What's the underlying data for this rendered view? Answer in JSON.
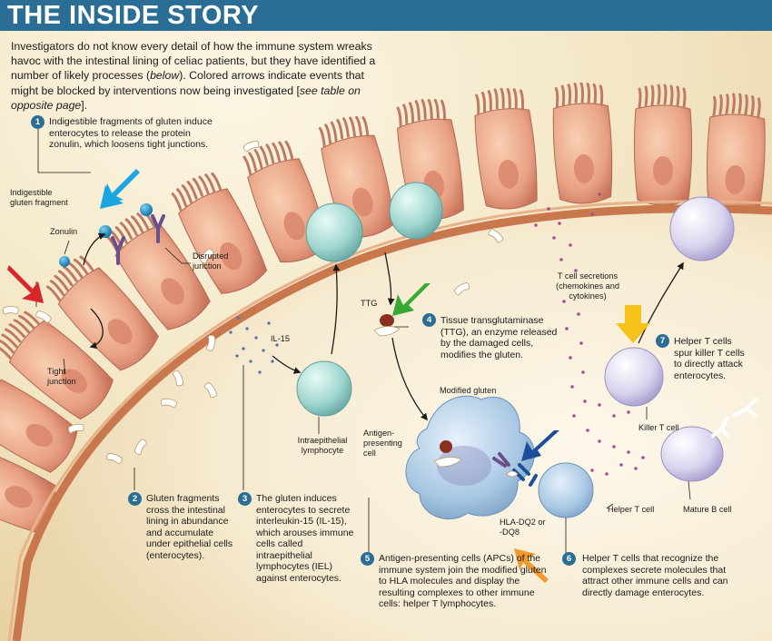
{
  "title": "THE INSIDE STORY",
  "intro": [
    {
      "text": "Investigators do not know every detail of how the immune system wreaks havoc with the intestinal lining of celiac patients, but they have identified a number of likely processes ("
    },
    {
      "text": "below",
      "em": true
    },
    {
      "text": "). Colored arrows indicate events that might be blocked by interventions now being investigated ["
    },
    {
      "text": "see table on opposite page",
      "em": true
    },
    {
      "text": "]."
    }
  ],
  "steps": [
    {
      "number": "1",
      "text": "Indigestible fragments of gluten induce enterocytes to release the protein zonulin, which loosens tight junctions."
    },
    {
      "number": "2",
      "text": "Gluten fragments cross the intestinal lining in abundance and accumulate under epithelial cells (enterocytes)."
    },
    {
      "number": "3",
      "text": "The gluten induces enterocytes to secrete interleukin-15 (IL-15), which arouses immune cells called intraepithelial lymphocytes (IEL) against enterocytes."
    },
    {
      "number": "4",
      "text": "Tissue transglutaminase (TTG), an enzyme released by the damaged cells, modifies the gluten."
    },
    {
      "number": "5",
      "text": "Antigen-presenting cells (APCs) of the immune system join the modified gluten to HLA molecules and display the resulting complexes to other immune cells: helper T lymphocytes."
    },
    {
      "number": "6",
      "text": "Helper T cells that recognize the complexes secrete molecules that attract other immune cells and can directly damage enterocytes."
    },
    {
      "number": "7",
      "text": "Helper T cells spur killer T cells to directly attack enterocytes."
    }
  ],
  "labels": {
    "indigestible_gluten_fragment": "Indigestible gluten fragment",
    "zonulin": "Zonulin",
    "disrupted_junction": "Disrupted junction",
    "tight_junction": "Tight junction",
    "il15": "IL-15",
    "ttg": "TTG",
    "intraepithelial_lymphocyte": "Intraepithelial lymphocyte",
    "t_cell_secretions": "T cell secretions (chemokines and cytokines)",
    "modified_gluten": "Modified gluten",
    "antigen_presenting_cell": "Antigen-presenting cell",
    "hla": "HLA-DQ2 or -DQ8",
    "helper_t_cell": "Helper T cell",
    "killer_t_cell": "Killer T cell",
    "mature_b_cell": "Mature B cell"
  },
  "intervention_arrow_colors": {
    "step1": "#1aa6e0",
    "gluten_entry": "#d8262b",
    "ttg": "#39a935",
    "hla": "#1d4e9c",
    "apc": "#f39a2d",
    "helper_t": "#f7c21a"
  }
}
